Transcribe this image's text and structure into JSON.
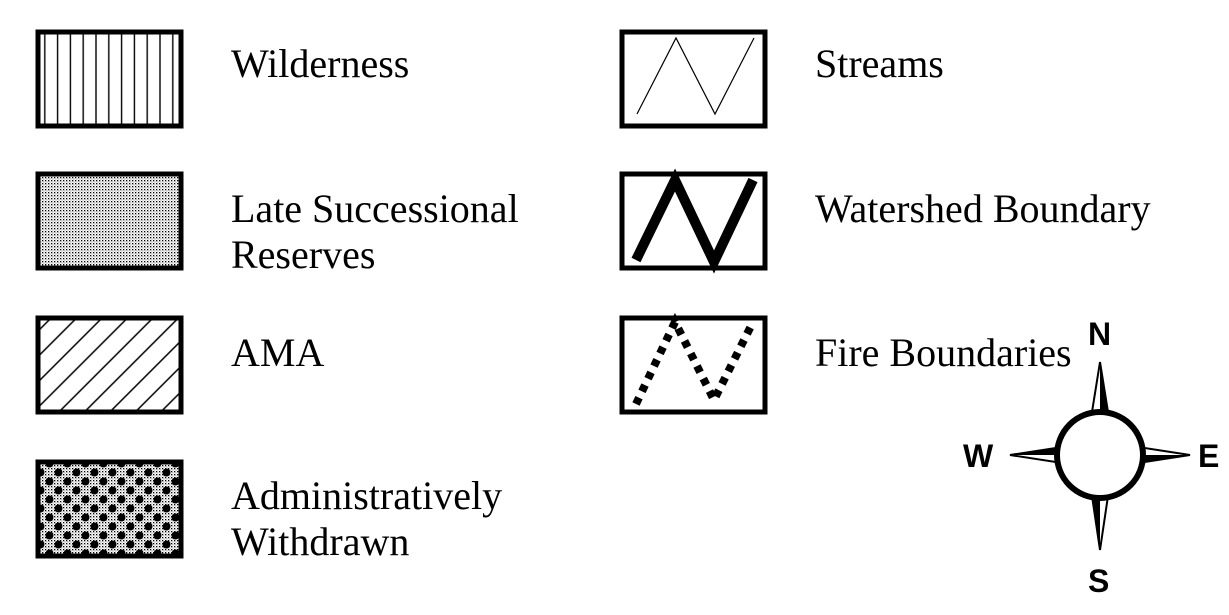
{
  "legend": {
    "items": [
      {
        "key": "wilderness",
        "lines": [
          "Wilderness"
        ],
        "symbol": "vertical-hatch"
      },
      {
        "key": "late-successional",
        "lines": [
          "Late Successional",
          "Reserves"
        ],
        "symbol": "fine-stipple"
      },
      {
        "key": "ama",
        "lines": [
          "AMA"
        ],
        "symbol": "diagonal-hatch"
      },
      {
        "key": "admin-withdrawn",
        "lines": [
          "Administratively",
          "Withdrawn"
        ],
        "symbol": "dot-stipple"
      },
      {
        "key": "streams",
        "lines": [
          "Streams"
        ],
        "symbol": "thin-zigzag-line"
      },
      {
        "key": "watershed",
        "lines": [
          "Watershed Boundary"
        ],
        "symbol": "thick-zigzag-line"
      },
      {
        "key": "fire",
        "lines": [
          "Fire Boundaries"
        ],
        "symbol": "dotted-zigzag-line"
      }
    ]
  },
  "compass": {
    "north": "N",
    "south": "S",
    "east": "E",
    "west": "W",
    "icon": "compass-rose-icon"
  },
  "colors": {
    "ink": "#000000",
    "paper": "#ffffff"
  }
}
